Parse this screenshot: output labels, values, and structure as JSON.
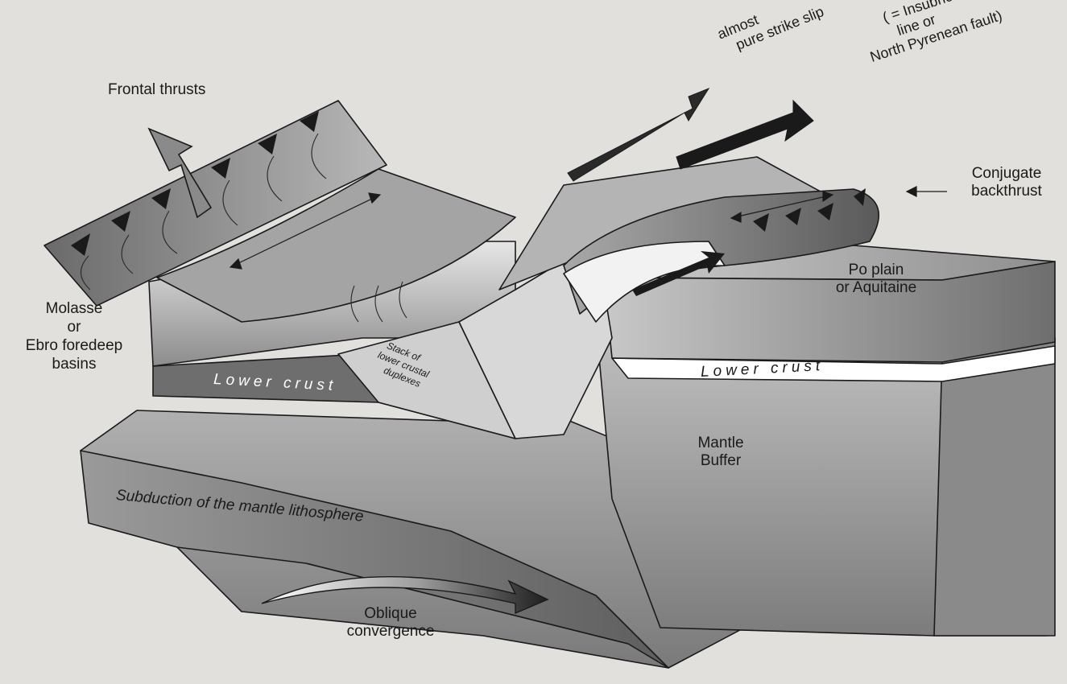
{
  "labels": {
    "frontal_thrusts": "Frontal thrusts",
    "strike_slip": [
      "almost",
      "pure strike slip"
    ],
    "insubric": [
      "( = Insubric",
      "line or",
      "North Pyrenean fault)"
    ],
    "conjugate_backthrust": [
      "Conjugate",
      "backthrust"
    ],
    "po_plain": [
      "Po plain",
      "or Aquitaine"
    ],
    "molasse": [
      "Molasse",
      "or",
      "Ebro foredeep",
      "basins"
    ],
    "lower_crust_left": "Lower crust",
    "lower_crust_right": "Lower crust",
    "duplexes": [
      "Stack of",
      "lower crustal",
      "duplexes"
    ],
    "mantle_buffer": [
      "Mantle",
      "Buffer"
    ],
    "subduction": "Subduction of the mantle lithosphere",
    "oblique": [
      "Oblique",
      "convergence"
    ]
  },
  "colors": {
    "background": "#e2e0dc",
    "outline": "#1a1a1a",
    "arrow_fill": "#3a3a3a",
    "lower_crust_band": "#6e6e6e",
    "mantle_block": "#8a8a8a"
  }
}
